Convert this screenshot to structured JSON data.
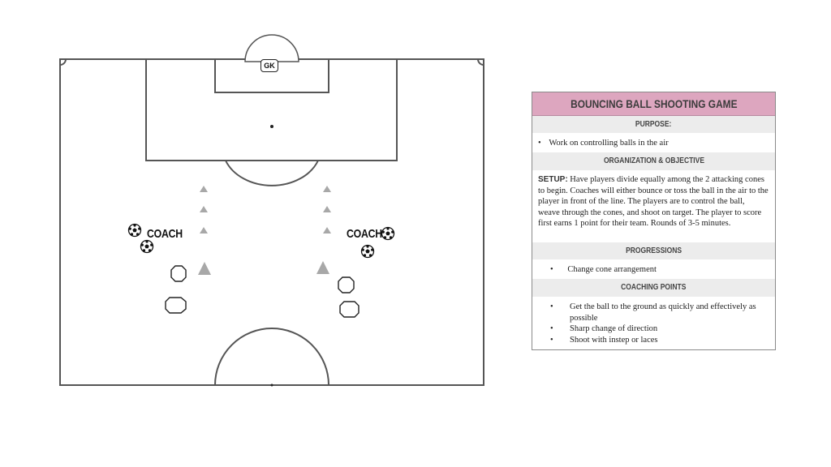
{
  "field": {
    "gk_label": "GK",
    "coach_left_label": "COACH",
    "coach_right_label": "COACH"
  },
  "card": {
    "title": "BOUNCING BALL SHOOTING GAME",
    "purpose_heading": "PURPOSE:",
    "purpose_items": [
      "Work on controlling balls in the air"
    ],
    "organization_heading": "ORGANIZATION & OBJECTIVE",
    "setup_tag": "SETUP:",
    "setup_text": "Have players divide equally among the 2 attacking cones to begin. Coaches will either bounce or toss the ball in the air to the player in front of the line. The players are to control the ball, weave through the cones, and shoot on target. The player to score first earns 1 point for their team. Rounds of 3-5 minutes.",
    "progressions_heading": "PROGRESSIONS",
    "progressions_items": [
      "Change cone arrangement"
    ],
    "coaching_heading": "COACHING POINTS",
    "coaching_items": [
      "Get the ball to the ground as quickly and effectively as possible",
      "Sharp change of direction",
      "Shoot with instep or laces"
    ]
  },
  "colors": {
    "title_bg": "#dda6bf",
    "section_bg": "#ececec",
    "cone": "#a8a8a8",
    "line": "#555555"
  },
  "icons": [
    "soccer-ball-icon",
    "cone-icon",
    "player-marker-icon"
  ]
}
